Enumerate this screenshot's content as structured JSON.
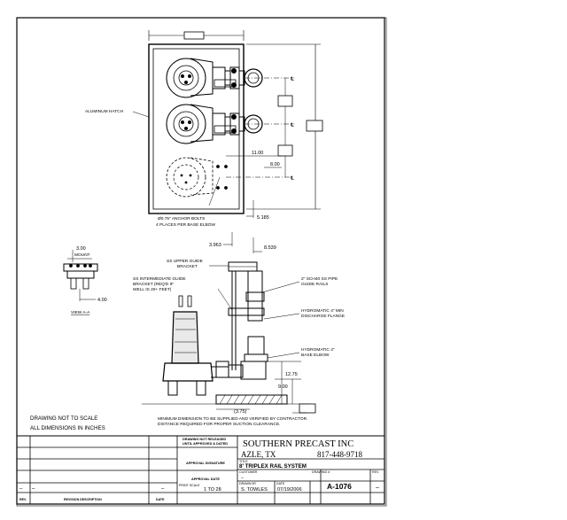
{
  "plan": {
    "hatch_label": "ALUMINUM HATCH",
    "dim_1160": "11.00",
    "dim_800": "8.00",
    "dim_5185": "5.185",
    "anchor_note_1": "Ø0.75\" ANCHOR BOLTS",
    "anchor_note_2": "4 PLACES PER BASE ELBOW"
  },
  "elevation": {
    "dim_3963": "3.963",
    "dim_8539": "8.539",
    "upper_bracket_1": "SS UPPER GUIDE",
    "upper_bracket_2": "BRACKET",
    "intermediate_1": "SS INTERMEDIATE GUIDE",
    "intermediate_2": "BRACKET (REQ'D IF",
    "intermediate_3": "WELL IS 20+ FEET)",
    "rails_1": "2\" SCH40 SS PIPE",
    "rails_2": "GUIDE RAILS",
    "flange_1": "HYDROMATIC 4\" MIN",
    "flange_2": "DISCHARGE FLANGE",
    "elbow_1": "HYDROMATIC 4\"",
    "elbow_2": "BASE ELBOW",
    "dim_1275": "12.75",
    "dim_900": "9.00",
    "dim_375": "(3.75)",
    "min_note_1": "MINIMUM DIMENSION TO BE SUPPLIED AND VERIFIED BY CONTRACTOR.",
    "min_note_2": "DISTANCE REQUIRED FOR PROPER SUCTION CLEARANCE."
  },
  "detail": {
    "dim_300": "3.00",
    "mount": "MOUNT",
    "dim_400": "4.00",
    "view_label": "VIEW A-A"
  },
  "notes": {
    "line1": "DRAWING NOT TO SCALE",
    "line2": "ALL DIMENSIONS IN INCHES"
  },
  "titleblock": {
    "company": "SOUTHERN PRECAST INC",
    "city": "AZLE, TX",
    "phone": "817-448-9718",
    "approval_1": "DRAWING NOT RELEASED",
    "approval_2": "UNTIL APPROVED & DATED",
    "approval_sig": "APPROVAL SIGNATURE",
    "approval_date": "APPROVAL DATE",
    "title_label": "TITLE",
    "title": "8' TRIPLEX RAIL SYSTEM",
    "customer_label": "CUSTOMER",
    "scale_label": "PRINT SCALE",
    "scale": "1 TO 28",
    "drawn_label": "DRAWN BY",
    "drawn": "S. TOWLES",
    "date_label": "DATE",
    "date": "07/19/2006",
    "dwg_label": "DRAWING #",
    "dwg": "A-1076",
    "rev_label": "REV.",
    "rev": "–",
    "rev_col": "REV.",
    "desc_col": "REVISION DESCRIPTION",
    "date_col": "DATE",
    "dash": "–"
  }
}
